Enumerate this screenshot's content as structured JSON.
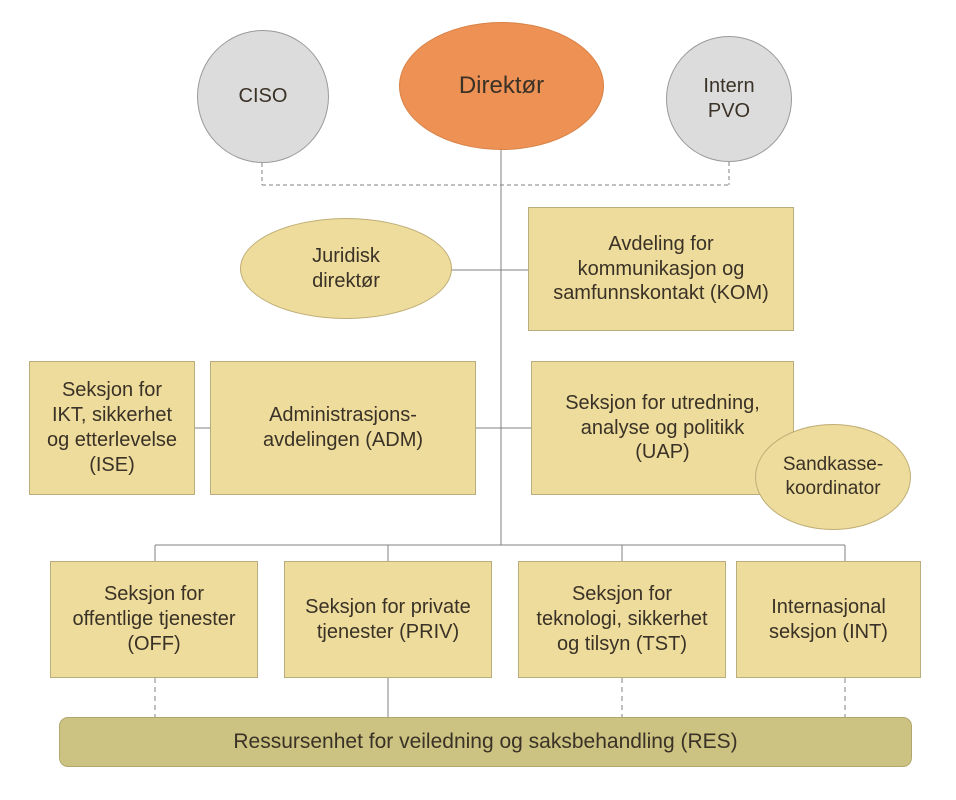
{
  "chart_data": {
    "type": "diagram",
    "title": "Organisasjonskart",
    "language": "no",
    "colors": {
      "orange_fill": "#ED9155",
      "orange_stroke": "#D98347",
      "gray_fill": "#DCDCDC",
      "gray_stroke": "#9A9A9A",
      "yellow_fill": "#EEDC9C",
      "yellow_stroke": "#BFAE76",
      "olive_fill": "#CCC382",
      "olive_stroke": "#B0A76E",
      "connector": "#808080",
      "text": "#3A3226",
      "background": "#FFFFFF"
    },
    "nodes": [
      {
        "id": "direktor",
        "label": "Direktør",
        "shape": "ellipse",
        "color": "orange",
        "level": 0
      },
      {
        "id": "ciso",
        "label": "CISO",
        "shape": "ellipse",
        "color": "gray",
        "level": 0
      },
      {
        "id": "pvo",
        "label": "Intern\nPVO",
        "shape": "ellipse",
        "color": "gray",
        "level": 0
      },
      {
        "id": "juridisk",
        "label": "Juridisk\ndirektør",
        "shape": "ellipse",
        "color": "yellow",
        "level": 1
      },
      {
        "id": "kom",
        "label": "Avdeling for\nkommunikasjon og\nsamfunnskontakt (KOM)",
        "shape": "box",
        "color": "yellow",
        "level": 1
      },
      {
        "id": "ise",
        "label": "Seksjon for\nIKT, sikkerhet\nog etterlevelse\n(ISE)",
        "shape": "box",
        "color": "yellow",
        "level": 2
      },
      {
        "id": "adm",
        "label": "Administrasjons-\navdelingen (ADM)",
        "shape": "box",
        "color": "yellow",
        "level": 2
      },
      {
        "id": "uap",
        "label": "Seksjon for utredning,\nanalyse og politikk\n(UAP)",
        "shape": "box",
        "color": "yellow",
        "level": 2
      },
      {
        "id": "sandkasse",
        "label": "Sandkasse-\nkoordinator",
        "shape": "ellipse",
        "color": "yellow",
        "level": 2
      },
      {
        "id": "off",
        "label": "Seksjon for\noffentlige tjenester\n(OFF)",
        "shape": "box",
        "color": "yellow",
        "level": 3
      },
      {
        "id": "priv",
        "label": "Seksjon for private\ntjenester (PRIV)",
        "shape": "box",
        "color": "yellow",
        "level": 3
      },
      {
        "id": "tst",
        "label": "Seksjon for\nteknologi, sikkerhet\nog tilsyn (TST)",
        "shape": "box",
        "color": "yellow",
        "level": 3
      },
      {
        "id": "int",
        "label": "Internasjonal\nseksjon (INT)",
        "shape": "box",
        "color": "yellow",
        "level": 3
      },
      {
        "id": "res",
        "label": "Ressursenhet for veiledning og saksbehandling (RES)",
        "shape": "rounded-box",
        "color": "olive",
        "level": 4
      }
    ],
    "edges": [
      {
        "from": "ciso",
        "to": "direktor",
        "style": "dashed"
      },
      {
        "from": "pvo",
        "to": "direktor",
        "style": "dashed"
      },
      {
        "from": "direktor",
        "to": "juridisk",
        "style": "solid"
      },
      {
        "from": "direktor",
        "to": "kom",
        "style": "solid"
      },
      {
        "from": "direktor",
        "to": "adm",
        "style": "solid"
      },
      {
        "from": "direktor",
        "to": "uap",
        "style": "solid"
      },
      {
        "from": "adm",
        "to": "ise",
        "style": "solid"
      },
      {
        "from": "direktor",
        "to": "off",
        "style": "solid"
      },
      {
        "from": "direktor",
        "to": "priv",
        "style": "solid"
      },
      {
        "from": "direktor",
        "to": "tst",
        "style": "solid"
      },
      {
        "from": "direktor",
        "to": "int",
        "style": "solid"
      },
      {
        "from": "off",
        "to": "res",
        "style": "dashed"
      },
      {
        "from": "priv",
        "to": "res",
        "style": "solid"
      },
      {
        "from": "tst",
        "to": "res",
        "style": "dashed"
      },
      {
        "from": "int",
        "to": "res",
        "style": "dashed"
      }
    ]
  },
  "nodes": {
    "direktor": "Direktør",
    "ciso": "CISO",
    "pvo": "Intern\nPVO",
    "juridisk": "Juridisk\ndirektør",
    "kom": "Avdeling for\nkommunikasjon og\nsamfunnskontakt (KOM)",
    "ise": "Seksjon for\nIKT, sikkerhet\nog etterlevelse\n(ISE)",
    "adm": "Administrasjons-\navdelingen (ADM)",
    "uap": "Seksjon for utredning,\nanalyse og politikk\n(UAP)",
    "sandkasse": "Sandkasse-\nkoordinator",
    "off": "Seksjon for\noffentlige tjenester\n(OFF)",
    "priv": "Seksjon for private\ntjenester (PRIV)",
    "tst": "Seksjon for\nteknologi, sikkerhet\nog tilsyn (TST)",
    "int": "Internasjonal\nseksjon (INT)",
    "res": "Ressursenhet for veiledning og saksbehandling (RES)"
  }
}
